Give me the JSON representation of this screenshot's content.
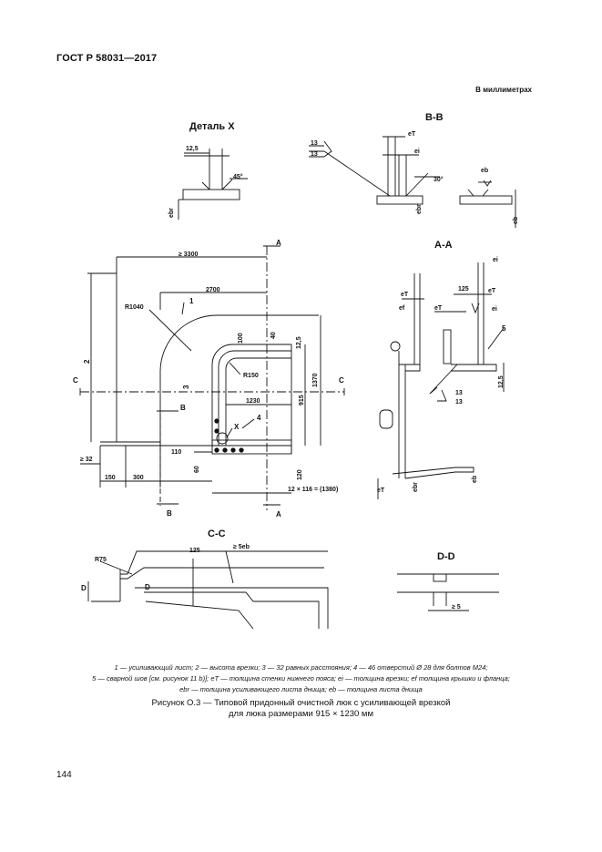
{
  "header": {
    "standard": "ГОСТ Р 58031—2017",
    "units": "В миллиметрах"
  },
  "views": {
    "detail_x": "Деталь X",
    "b_b": "B-B",
    "a_a": "A-A",
    "c_c": "C-C",
    "d_d": "D-D"
  },
  "dimensions": {
    "d_3300": "≥ 3300",
    "d_2700": "2700",
    "r_1040": "R1040",
    "r_150": "R150",
    "d_1230": "1230",
    "d_915": "915",
    "d_1370": "1370",
    "d_12_5": "12,5",
    "d_100": "100",
    "d_40": "40",
    "d_32": "≥ 32",
    "d_150": "150",
    "d_300": "300",
    "d_110": "110",
    "d_120": "120",
    "d_60": "60",
    "d_holes": "12 × 116 = (1380)",
    "d_45": "45°",
    "d_30": "30°",
    "d_125": "125",
    "d_r75": "R75",
    "d_5eb": "≥ 5eb",
    "d_5": "≥ 5",
    "weld_13a": "13",
    "weld_13b": "13",
    "n1": "1",
    "n2": "2",
    "n3": "3",
    "n4": "4",
    "n5": "5",
    "x": "X",
    "a": "A",
    "b": "B",
    "c": "C",
    "d": "D",
    "e_t": "eT",
    "e_i": "ei",
    "e_b": "eb",
    "e_br": "ebr",
    "e_f": "ef"
  },
  "legend": {
    "line1": "1 — усиливающий лист; 2 — высота врезки; 3 — 32 равных расстояния; 4 — 46 отверстий Ø 28 для болтов М24;",
    "line2": "5 — сварной шов [см. рисунок 11 b)]; eT — толщина стенки нижнего пояса; ei — толщина врезки; ef толщина крышки и фланца;",
    "line3": "ebr — толщина усиливающего листа днища; eb — толщина листа днища"
  },
  "figure": {
    "line1": "Рисунок О.3 — Типовой придонный очистной люк с усиливающей врезкой",
    "line2": "для люка размерами 915 × 1230 мм"
  },
  "page_number": "144"
}
